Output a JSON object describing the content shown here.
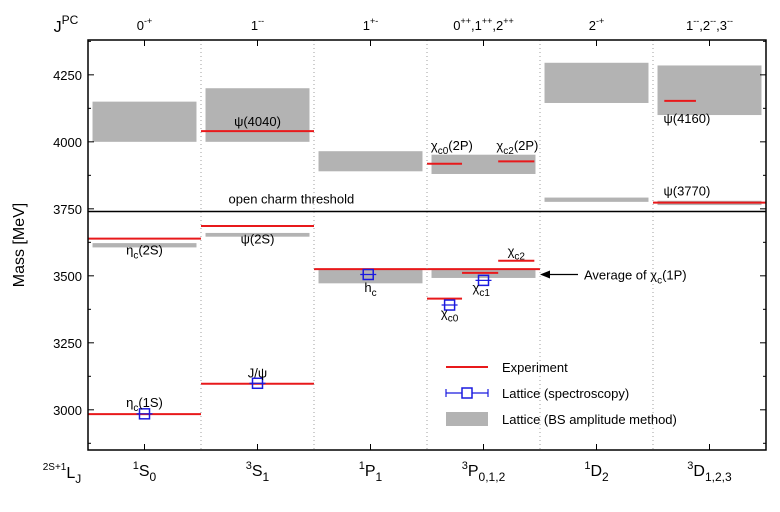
{
  "chart_data": {
    "type": "spectrum",
    "ylabel": "Mass  [MeV]",
    "ylim": [
      2850,
      4380
    ],
    "yticks": [
      3000,
      3250,
      3500,
      3750,
      4000,
      4250
    ],
    "grid": false,
    "legend_position": "bottom-right",
    "threshold": {
      "value": 3740,
      "label": "open charm threshold"
    },
    "top_axis": {
      "title": "J",
      "title_sup": "PC",
      "labels": [
        {
          "main": "0",
          "sup": "-+"
        },
        {
          "main": "1",
          "sup": "--"
        },
        {
          "main": "1",
          "sup": "+-"
        },
        {
          "main": "0",
          "sup": "++",
          "sep": ",",
          "main2": "1",
          "sup2": "++",
          "sep2": ",",
          "main3": "2",
          "sup3": "++"
        },
        {
          "main": "2",
          "sup": "-+"
        },
        {
          "main": "1",
          "sup": "--",
          "sep": ",",
          "main2": "2",
          "sup2": "--",
          "sep2": ",",
          "main3": "3",
          "sup3": "--"
        }
      ]
    },
    "bottom_axis": {
      "title_pre": "2S+1",
      "title": "L",
      "title_sub": "J",
      "labels": [
        {
          "pre": "1",
          "main": "S",
          "sub": "0"
        },
        {
          "pre": "3",
          "main": "S",
          "sub": "1"
        },
        {
          "pre": "1",
          "main": "P",
          "sub": "1"
        },
        {
          "pre": "3",
          "main": "P",
          "sub": "0,1,2"
        },
        {
          "pre": "1",
          "main": "D",
          "sub": "2"
        },
        {
          "pre": "3",
          "main": "D",
          "sub": "1,2,3"
        }
      ]
    },
    "bs_bands": [
      {
        "column": 0,
        "low": 4000,
        "high": 4150
      },
      {
        "column": 0,
        "low": 3606,
        "high": 3622
      },
      {
        "column": 1,
        "low": 4000,
        "high": 4200
      },
      {
        "column": 1,
        "low": 3646,
        "high": 3660
      },
      {
        "column": 2,
        "low": 3890,
        "high": 3965
      },
      {
        "column": 2,
        "low": 3472,
        "high": 3525
      },
      {
        "column": 3,
        "low": 3880,
        "high": 3952
      },
      {
        "column": 3,
        "low": 3492,
        "high": 3522
      },
      {
        "column": 4,
        "low": 4145,
        "high": 4295
      },
      {
        "column": 4,
        "low": 3776,
        "high": 3792
      },
      {
        "column": 5,
        "low": 4100,
        "high": 4285
      },
      {
        "column": 5,
        "low": 3764,
        "high": 3780
      }
    ],
    "experiment": [
      {
        "column": 0,
        "from": 0.0,
        "to": 1.0,
        "mass": 2984
      },
      {
        "column": 0,
        "from": 0.0,
        "to": 1.0,
        "mass": 3639
      },
      {
        "column": 1,
        "from": 0.0,
        "to": 1.0,
        "mass": 3097
      },
      {
        "column": 1,
        "from": 0.0,
        "to": 1.0,
        "mass": 3686
      },
      {
        "column": 1,
        "from": 0.0,
        "to": 1.0,
        "mass": 4040
      },
      {
        "column": 2,
        "from": 0.0,
        "to": 1.0,
        "mass": 3525
      },
      {
        "column": 3,
        "from": 0.0,
        "to": 1.0,
        "mass": 3525
      },
      {
        "column": 3,
        "from": 0.0,
        "to": 0.31,
        "mass": 3415
      },
      {
        "column": 3,
        "from": 0.31,
        "to": 0.63,
        "mass": 3511
      },
      {
        "column": 3,
        "from": 0.63,
        "to": 0.95,
        "mass": 3556
      },
      {
        "column": 3,
        "from": 0.0,
        "to": 0.31,
        "mass": 3918
      },
      {
        "column": 3,
        "from": 0.63,
        "to": 0.95,
        "mass": 3927
      },
      {
        "column": 5,
        "from": 0.0,
        "to": 1.0,
        "mass": 3773
      },
      {
        "column": 5,
        "from": 0.1,
        "to": 0.38,
        "mass": 4153
      }
    ],
    "lattice_spectroscopy": [
      {
        "column": 0,
        "pos": 0.5,
        "mass": 2985,
        "err": 5
      },
      {
        "column": 1,
        "pos": 0.5,
        "mass": 3099,
        "err": 5
      },
      {
        "column": 2,
        "pos": 0.48,
        "mass": 3505,
        "err": 10
      },
      {
        "column": 3,
        "pos": 0.2,
        "mass": 3391,
        "err": 12
      },
      {
        "column": 3,
        "pos": 0.5,
        "mass": 3483,
        "err": 12
      }
    ],
    "state_labels": [
      {
        "column": 0,
        "pos": 0.5,
        "mass": 3010,
        "text": "η",
        "sub": "c",
        "suffix": "(1S)"
      },
      {
        "column": 0,
        "pos": 0.5,
        "mass": 3580,
        "text": "η",
        "sub": "c",
        "suffix": "(2S)"
      },
      {
        "column": 1,
        "pos": 0.5,
        "mass": 3120,
        "text": "J/ψ",
        "sub": "",
        "suffix": ""
      },
      {
        "column": 1,
        "pos": 0.5,
        "mass": 3620,
        "text": "ψ",
        "sub": "",
        "suffix": "(2S)"
      },
      {
        "column": 1,
        "pos": 0.5,
        "mass": 4060,
        "text": "ψ",
        "sub": "",
        "suffix": "(4040)"
      },
      {
        "column": 2,
        "pos": 0.5,
        "mass": 3440,
        "text": "h",
        "sub": "c",
        "suffix": ""
      },
      {
        "column": 3,
        "pos": 0.2,
        "mass": 3345,
        "text": "χ",
        "sub": "c0",
        "suffix": ""
      },
      {
        "column": 3,
        "pos": 0.48,
        "mass": 3440,
        "text": "χ",
        "sub": "c1",
        "suffix": ""
      },
      {
        "column": 3,
        "pos": 0.79,
        "mass": 3575,
        "text": "χ",
        "sub": "c2",
        "suffix": ""
      },
      {
        "column": 3,
        "pos": 0.22,
        "mass": 3970,
        "text": "χ",
        "sub": "c0",
        "suffix": "(2P)"
      },
      {
        "column": 3,
        "pos": 0.8,
        "mass": 3970,
        "text": "χ",
        "sub": "c2",
        "suffix": "(2P)"
      },
      {
        "column": 5,
        "pos": 0.3,
        "mass": 4070,
        "text": "ψ",
        "sub": "",
        "suffix": "(4160)"
      },
      {
        "column": 5,
        "pos": 0.3,
        "mass": 3800,
        "text": "ψ",
        "sub": "",
        "suffix": "(3770)"
      }
    ],
    "annotation": {
      "text": "Average of χ",
      "sub": "c",
      "suffix": "(1P)",
      "mass": 3505
    },
    "legend": [
      {
        "kind": "line",
        "label": "Experiment",
        "color": "#e8191b"
      },
      {
        "kind": "marker",
        "label": "Lattice (spectroscopy)",
        "color": "#1a1adf"
      },
      {
        "kind": "band",
        "label": "Lattice (BS amplitude method)",
        "color": "#b3b3b3"
      }
    ]
  }
}
